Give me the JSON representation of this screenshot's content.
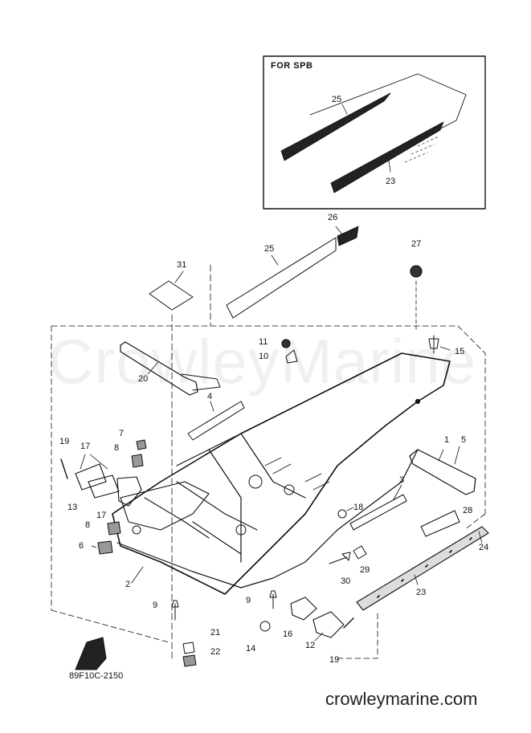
{
  "inset": {
    "title": "FOR SPB"
  },
  "drawing_code": "89F10C-2150",
  "watermark": "CrowleyMarine",
  "site_url": "crowleymarine.com",
  "callouts": [
    {
      "id": "c25-inset",
      "text": "25"
    },
    {
      "id": "c23-inset",
      "text": "23"
    },
    {
      "id": "c26",
      "text": "26"
    },
    {
      "id": "c25",
      "text": "25"
    },
    {
      "id": "c27",
      "text": "27"
    },
    {
      "id": "c31",
      "text": "31"
    },
    {
      "id": "c11",
      "text": "11"
    },
    {
      "id": "c10",
      "text": "10"
    },
    {
      "id": "c15",
      "text": "15"
    },
    {
      "id": "c20",
      "text": "20"
    },
    {
      "id": "c4",
      "text": "4"
    },
    {
      "id": "c7",
      "text": "7"
    },
    {
      "id": "c8a",
      "text": "8"
    },
    {
      "id": "c19a",
      "text": "19"
    },
    {
      "id": "c17a",
      "text": "17"
    },
    {
      "id": "c13",
      "text": "13"
    },
    {
      "id": "c17b",
      "text": "17"
    },
    {
      "id": "c1",
      "text": "1"
    },
    {
      "id": "c5",
      "text": "5"
    },
    {
      "id": "c3",
      "text": "3"
    },
    {
      "id": "c18",
      "text": "18"
    },
    {
      "id": "c28",
      "text": "28"
    },
    {
      "id": "c24",
      "text": "24"
    },
    {
      "id": "c8b",
      "text": "8"
    },
    {
      "id": "c6",
      "text": "6"
    },
    {
      "id": "c2",
      "text": "2"
    },
    {
      "id": "c30",
      "text": "30"
    },
    {
      "id": "c29",
      "text": "29"
    },
    {
      "id": "c23",
      "text": "23"
    },
    {
      "id": "c9a",
      "text": "9"
    },
    {
      "id": "c9b",
      "text": "9"
    },
    {
      "id": "c21",
      "text": "21"
    },
    {
      "id": "c22",
      "text": "22"
    },
    {
      "id": "c14",
      "text": "14"
    },
    {
      "id": "c16",
      "text": "16"
    },
    {
      "id": "c12",
      "text": "12"
    },
    {
      "id": "c19b",
      "text": "19"
    }
  ]
}
